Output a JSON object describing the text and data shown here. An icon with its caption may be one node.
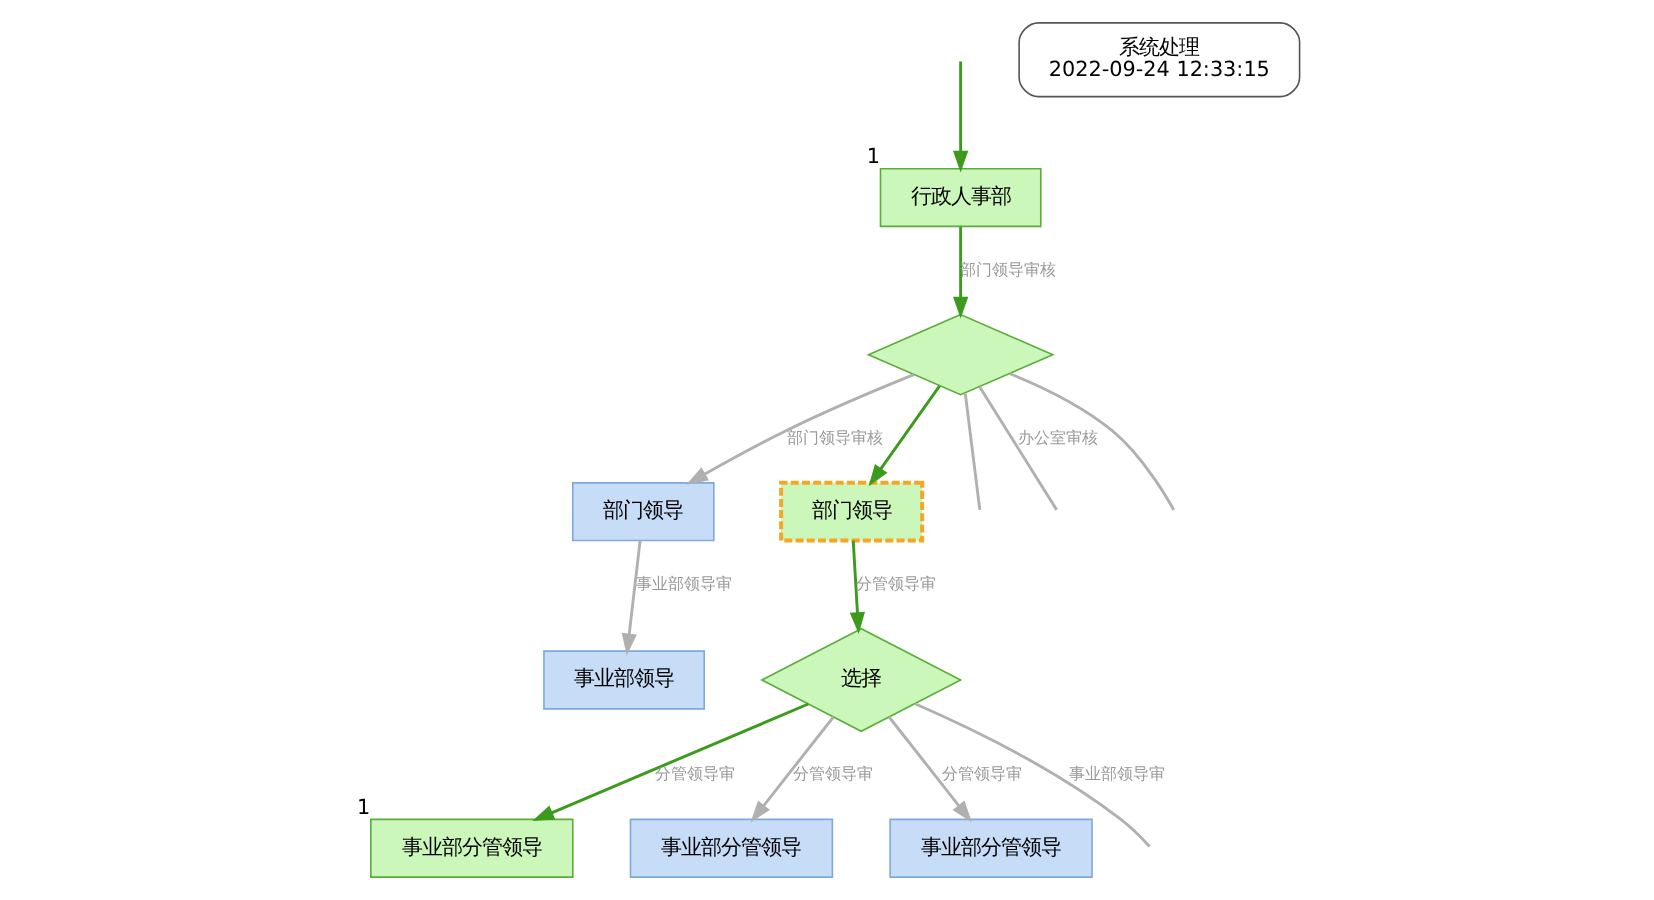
{
  "diagram": {
    "nodes": [
      {
        "text": [
          "行政人事部"
        ],
        "beside": [
          "1"
        ]
      },
      {
        "text": [],
        "shape": "diamond"
      },
      {
        "text": [
          "部门领导"
        ]
      },
      {
        "text": [
          "事业部领导"
        ]
      },
      {
        "text": [
          "部门领导"
        ]
      },
      {
        "text": [
          "选择"
        ]
      },
      {
        "text": [
          "事业部分管领导"
        ],
        "beside": [
          "1"
        ]
      },
      {
        "text": [
          "事业部分管领导"
        ]
      },
      {
        "text": [
          "事业部分管领导"
        ]
      },
      {
        "text": [
          "系统处理",
          "2022-09-24 12:33:15"
        ]
      }
    ],
    "edges": [
      {
        "from": null,
        "to": 0,
        "arrow": "to",
        "color": "#3c9a1c"
      },
      {
        "from": 0,
        "to": 1,
        "arrow": "to",
        "label": "部门领导审核",
        "color": "#3c9a1c"
      },
      {
        "from": 1,
        "to": 4,
        "arrow": "to",
        "color": "#3c9a1c"
      },
      {
        "from": 1,
        "to": null,
        "arrow": "none"
      },
      {
        "from": 1,
        "to": null,
        "arrow": "none",
        "label": "办公室审核"
      },
      {
        "from": 1,
        "to": null,
        "arrow": "none"
      },
      {
        "from": 1,
        "to": 2,
        "arrow": "to",
        "label": "部门领导审核"
      },
      {
        "from": 2,
        "to": 3,
        "arrow": "to",
        "label": "事业部领导审"
      },
      {
        "from": 4,
        "to": 5,
        "arrow": "to",
        "label": "分管领导审",
        "color": "#3c9a1c"
      },
      {
        "from": 5,
        "to": 6,
        "arrow": "to",
        "label": "分管领导审",
        "color": "#3c9a1c"
      },
      {
        "from": 5,
        "to": 7,
        "arrow": "to",
        "label": "分管领导审"
      },
      {
        "from": 5,
        "to": 8,
        "arrow": "to",
        "label": "分管领导审"
      },
      {
        "from": 5,
        "to": null,
        "arrow": "none",
        "label": "事业部领导审"
      }
    ]
  }
}
